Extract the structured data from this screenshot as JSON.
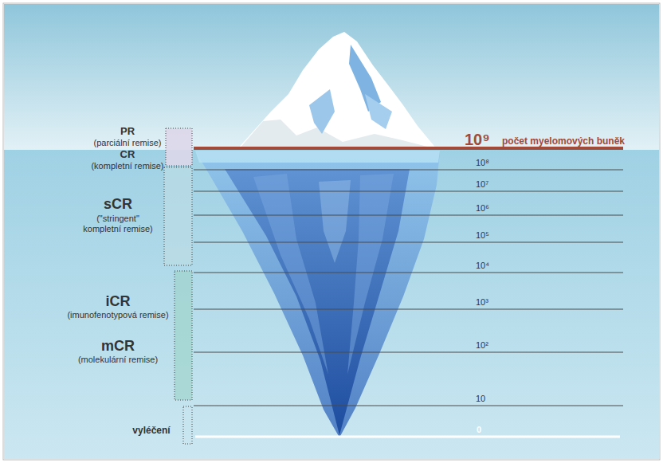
{
  "diagram": {
    "labels": [
      "PR",
      "(parciální remise)",
      "CR",
      "(kompletní remise)",
      "sCR",
      "(\"stringent\" kompletní remise)",
      "iCR",
      "(imunofenotypová remise)",
      "mCR",
      "(molekulární remise)",
      "vyléčení",
      "10⁹",
      "počet myelomových buněk",
      "10⁸",
      "10⁷",
      "10⁶",
      "10⁵",
      "10⁴",
      "10³",
      "10²",
      "10",
      "0"
    ]
  }
}
